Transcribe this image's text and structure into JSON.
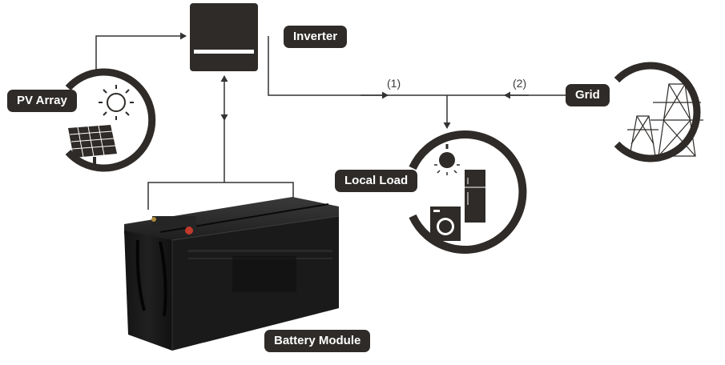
{
  "labels": {
    "inverter": "Inverter",
    "pv_array": "PV Array",
    "grid": "Grid",
    "local_load": "Local Load",
    "battery_module": "Battery Module"
  },
  "paths": {
    "path_1": "(1)",
    "path_2": "(2)"
  },
  "colors": {
    "dark": "#2e2b28",
    "line": "#333333",
    "background": "#ffffff"
  },
  "icons": {
    "inverter": "inverter-box-icon",
    "pv_array": "solar-panel-sun-icon",
    "grid": "transmission-tower-icon",
    "local_load": "appliances-icon",
    "battery": "battery-icon"
  }
}
